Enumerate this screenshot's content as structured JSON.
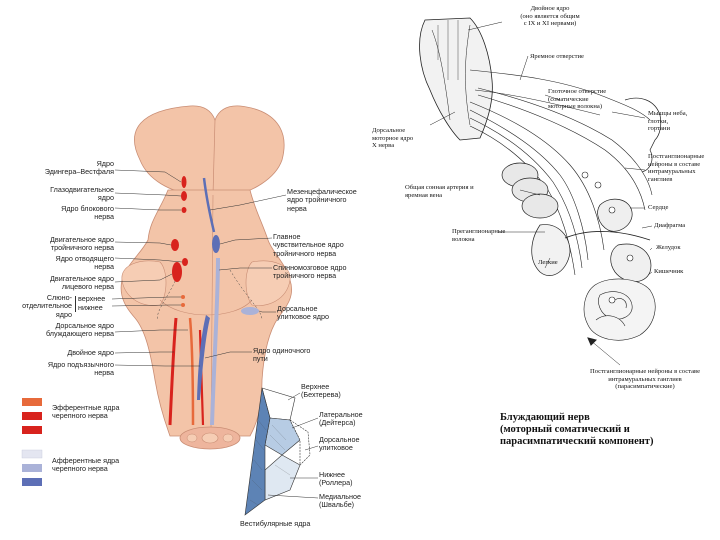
{
  "colors": {
    "brainstem": "#f3c4a8",
    "brainstem_edge": "#c98d74",
    "efferent": "#d8231d",
    "efferent_light": "#e76a3b",
    "afferent": "#5d6fb6",
    "afferent_light": "#aab2d8",
    "vestibular_blue": "#9db9da"
  },
  "left_labels": {
    "edinger": "Ядро\nЭдингера–Вестфаля",
    "oculomotor": "Глазодвигательное\nядро",
    "trochlear": "Ядро блокового\nнерва",
    "motor_trigeminal": "Двигательное ядро\nтройничного нерва",
    "abducens": "Ядро отводящего\nнерва",
    "facial": "Двигательное ядро\nлицевого нерва",
    "salivatory": "Слюно-\nотделительное\nядро",
    "salivatory_upper": "верхнее",
    "salivatory_lower": "нижнее",
    "dorsal_vagus": "Дорсальное ядро\nблуждающего нерва",
    "ambiguus": "Двойное ядро",
    "hypoglossal": "Ядро подъязычного\nнерва"
  },
  "right_labels": {
    "mesencephalic": "Мезенцефалическое\nядро тройничного\nнерва",
    "principal_sensory": "Главное\nчувствительное ядро\nтройничного нерва",
    "spinal_trigeminal": "Спинномозговое ядро\nтройничного нерва",
    "dorsal_cochlear": "Дорсальное\nулитковое ядро",
    "solitary": "Ядро одиночного\nпути"
  },
  "legend": {
    "efferent": "Эфферентные ядра\nчерепного нерва",
    "afferent": "Афферентные ядра\nчерепного нерва"
  },
  "vestibular": {
    "caption": "Вестибулярные ядра",
    "upper": "Верхнее\n(Бехтерева)",
    "lateral": "Латеральное\n(Дейтерса)",
    "dorsal_cochlear": "Дорсальное\nулитковое",
    "lower": "Нижнее\n(Роллера)",
    "medial": "Медиальное\n(Швальбе)"
  },
  "vagus_labels": {
    "ambiguus_note": "Двойное ядро\n(оно является общим\nс IX и XI нервами)",
    "jugular": "Яремное отверстие",
    "pharyngeal": "Глоточное отверстие\n(соматические\nмоторные волокна)",
    "dorsal_motor": "Дорсальное\nмоторное ядро\nX нерва",
    "muscles": "Мышцы неба,\nглотки,\nгортани",
    "postganglionic_top": "Постганглионарные\nнейроны в составе\nинтрамуральных\nганглиев",
    "carotid": "Общая сонная артерия и\nяремная вена",
    "heart": "Сердце",
    "diaphragm": "Диафрагма",
    "preganglionic": "Преганглионарные\nволокна",
    "stomach": "Желудок",
    "lungs": "Легкие",
    "intestine": "Кишечник",
    "postganglionic_bottom": "Постганглионарные нейроны в составе\nинтрамуральных ганглиев\n(парасимпатические)",
    "title": "Блуждающий нерв\n(моторный соматический и\nпарасимпатический компонент)"
  }
}
